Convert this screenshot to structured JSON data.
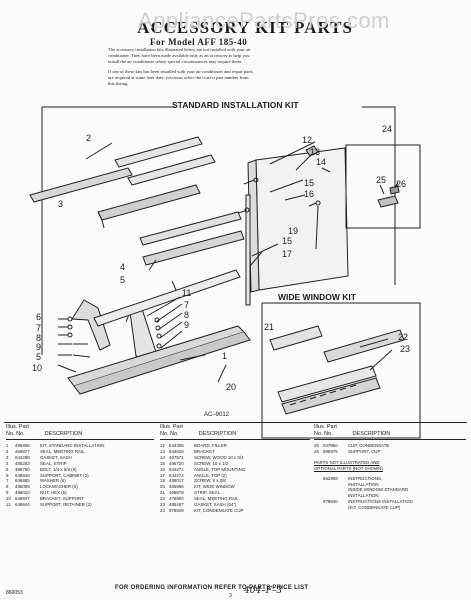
{
  "watermark": "AppliancePartsPros.com",
  "title": "ACCESSORY KIT PARTS",
  "model": "For Model AFF 185-40",
  "intro": [
    "The accessory installation kits illustrated below are not installed with your air",
    "conditioner. They have been made available only as an accessory to help you",
    "install the air conditioner where special circumstances may require them.",
    "",
    "If one of these kits has been installed with your air conditioner and repair parts",
    "are required at some later date, you must select the correct part number from",
    "this listing."
  ],
  "headings": {
    "standard": "STANDARD INSTALLATION KIT",
    "wide": "WIDE WINDOW KIT"
  },
  "callouts": {
    "c2": "2",
    "c3": "3",
    "c4": "4",
    "c5a": "5",
    "c6": "6",
    "c7": "7",
    "c8": "8",
    "c9": "9",
    "c5b": "5",
    "c10": "10",
    "c11": "11",
    "c7b": "7",
    "c8b": "8",
    "c9b": "9",
    "c1": "1",
    "c20": "20",
    "c12": "12",
    "c13": "13",
    "c14": "14",
    "c15a": "15",
    "c16": "16",
    "c19": "19",
    "c15b": "15",
    "c17": "17",
    "c24": "24",
    "c25": "25",
    "c26": "26",
    "c21": "21",
    "c22": "22",
    "c23": "23"
  },
  "figure_code": "AC–9012",
  "columns": [
    {
      "head1": "Illus.  Part",
      "head2": "No.      No.",
      "desc": "DESCRIPTION",
      "rows": [
        [
          "1",
          "485856",
          "KIT, STANDARD INSTALLATION"
        ],
        [
          "2",
          "469877",
          "SEAL, MEETING RAIL"
        ],
        [
          "3",
          "644288",
          "GASKET, SASH"
        ],
        [
          "4",
          "485283",
          "SEAL, STRIP"
        ],
        [
          "5",
          "488750",
          "BOLT, 1/4 x 5/8 (6)"
        ],
        [
          "6",
          "649946",
          "SUPPORT, CABINET (2)"
        ],
        [
          "7",
          "646885",
          "WASHER (6)"
        ],
        [
          "8",
          "486009",
          "LOCKWASHER (6)"
        ],
        [
          "9",
          "486010",
          "NUT, HEX (6)"
        ],
        [
          "10",
          "649947",
          "BRACKET, SUPPORT"
        ],
        [
          "11",
          "649944",
          "SUPPORT, RETAINER (2)"
        ]
      ]
    },
    {
      "head1": "Illus.  Part",
      "head2": "No.      No.",
      "desc": "DESCRIPTION",
      "rows": [
        [
          "12",
          "644305",
          "BOARD, FILLER"
        ],
        [
          "13",
          "644625",
          "BRACKET"
        ],
        [
          "14",
          "467571",
          "SCREW, WOOD 10 x 3/4"
        ],
        [
          "15",
          "486720",
          "SCREW, 10 x 1/2"
        ],
        [
          "16",
          "644271",
          "ANGLE, TOP MOUNTING"
        ],
        [
          "17",
          "644272",
          "ANGLE, TOP (2)"
        ],
        [
          "19",
          "488017",
          "SCREW, 8 x 3/8"
        ],
        [
          "20",
          "485856",
          "KIT, WIDE WINDOW"
        ],
        [
          "21",
          "469878",
          "STRIP, SEAL"
        ],
        [
          "22",
          "478800",
          "SEAL, MEETING RAIL"
        ],
        [
          "23",
          "485457",
          "GASKET, SASH (54\")"
        ],
        [
          "24",
          "978929",
          "KIT, CONDENSATE CUP"
        ]
      ]
    },
    {
      "head1": "Illus.  Part",
      "head2": "No.      No.",
      "desc": "DESCRIPTION",
      "rows": [
        [
          "25",
          "647850",
          "CUP, CONDENSATE"
        ],
        [
          "26",
          "996975",
          "SUPPORT, CUP"
        ]
      ],
      "notes": [
        "PARTS NOT ILLUSTRATED AND",
        "OPTIONAL PARTS (NOT SHOWN)"
      ],
      "rows2": [
        [
          "",
          "652908",
          "INSTRUCTIONS,"
        ],
        [
          "",
          "",
          "INSTALLATION"
        ],
        [
          "",
          "",
          "INSIDE WINDOW STANDARD"
        ],
        [
          "",
          "",
          "INSTALLATION"
        ],
        [
          "",
          "978930",
          "INSTRUCTIONS INSTALLATION"
        ],
        [
          "",
          "",
          "(KIT, CONDENSATE CUP)"
        ]
      ]
    }
  ],
  "footer": "FOR ORDERING INFORMATION REFER TO PARTS PRICE LIST",
  "page_number": "3",
  "corner_code": "860053",
  "handwritten_note": "404–F–3"
}
